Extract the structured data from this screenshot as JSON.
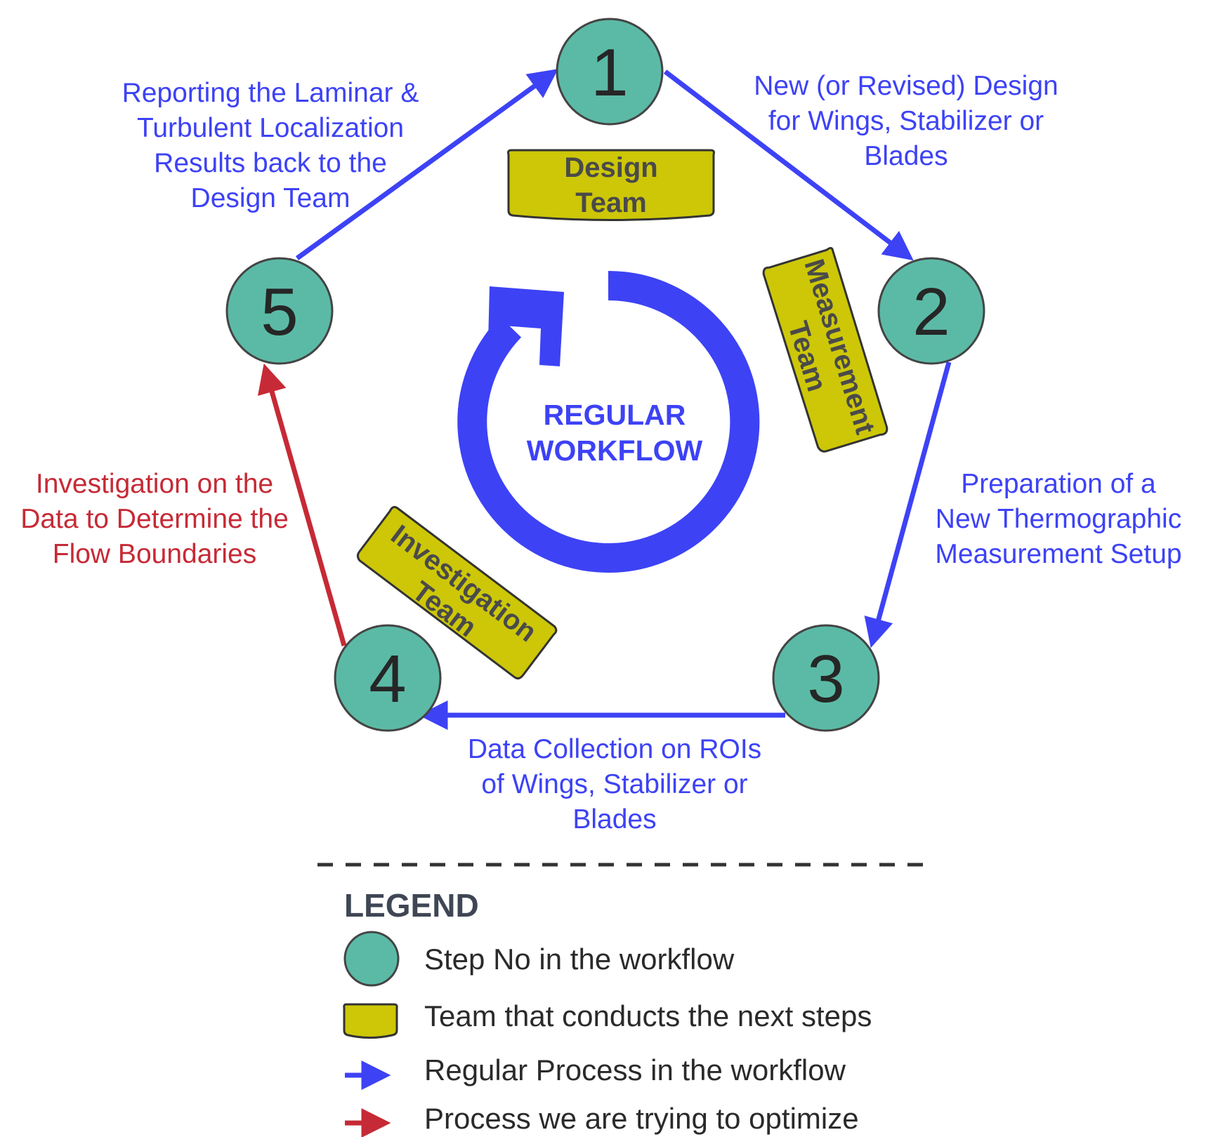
{
  "colors": {
    "step_fill": "#5bbaa6",
    "team_fill": "#cdc708",
    "regular": "#3d42f5",
    "optimize": "#c62a36"
  },
  "steps": [
    "1",
    "2",
    "3",
    "4",
    "5"
  ],
  "teams": {
    "design": [
      "Design",
      "Team"
    ],
    "measurement": [
      "Measurement",
      "Team"
    ],
    "investigation": [
      "Investigation",
      "Team"
    ]
  },
  "edges": {
    "e12": [
      "New (or Revised) Design",
      "for Wings, Stabilizer or",
      "Blades"
    ],
    "e23": [
      "Preparation of a",
      "New Thermographic",
      "Measurement Setup"
    ],
    "e34": [
      "Data Collection on ROIs",
      "of Wings, Stabilizer or",
      "Blades"
    ],
    "e45": [
      "Investigation on the",
      "Data to Determine the",
      "Flow Boundaries"
    ],
    "e51": [
      "Reporting the Laminar &",
      "Turbulent Localization",
      "Results back to the",
      "Design Team"
    ]
  },
  "center": [
    "REGULAR",
    "WORKFLOW"
  ],
  "legend": {
    "title": "LEGEND",
    "step": "Step No in the workflow",
    "team": "Team that conducts the next steps",
    "regular": "Regular Process in the workflow",
    "optimize": "Process we are trying to optimize"
  }
}
